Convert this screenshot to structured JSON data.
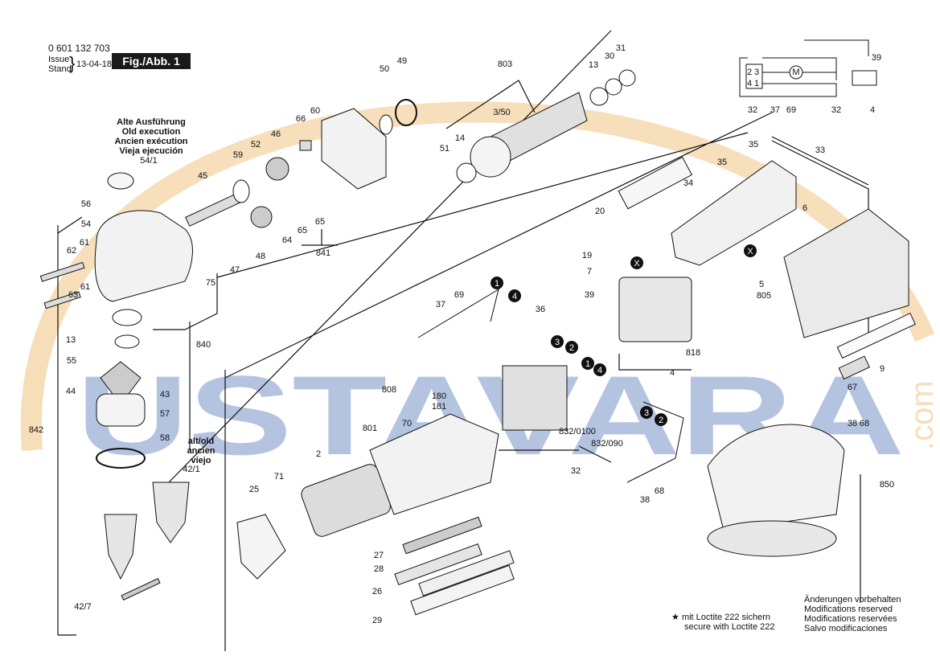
{
  "header": {
    "part_number": "0 601 132 703",
    "issue_label": "Issue",
    "stand_label": "Stand",
    "date": "13-04-18",
    "figure": "Fig./Abb. 1"
  },
  "old_execution": [
    "Alte Ausführung",
    "Old execution",
    "Ancien exécution",
    "Vieja ejecución"
  ],
  "alt_old": [
    "alt/old",
    "ancien",
    "viejo"
  ],
  "watermark": {
    "main": "USTAVARA",
    "suffix": ".com",
    "color": "#2a5aa8",
    "ring_color": "#e6a33a"
  },
  "loctite_note": [
    "mit Loctite 222 sichern",
    "secure with Loctite 222"
  ],
  "star_symbol": "★",
  "modifications": [
    "Änderungen vorbehalten",
    "Modifications reserved",
    "Modifications reservées",
    "Salvo modificaciones"
  ],
  "callout_markers": [
    "1",
    "2",
    "3",
    "4",
    "X"
  ],
  "part_labels": [
    "54/1",
    "56",
    "54",
    "62",
    "61",
    "63",
    "61",
    "13",
    "55",
    "44",
    "842",
    "43",
    "57",
    "58",
    "42/1",
    "42/7",
    "75",
    "840",
    "45",
    "59",
    "52",
    "46",
    "66",
    "60",
    "47",
    "48",
    "64",
    "65",
    "65",
    "841",
    "50",
    "49",
    "51",
    "14",
    "3/50",
    "803",
    "13",
    "30",
    "31",
    "35",
    "33",
    "35",
    "34",
    "20",
    "6",
    "19",
    "7",
    "5",
    "805",
    "39",
    "36",
    "818",
    "4",
    "37",
    "69",
    "808",
    "181",
    "180",
    "70",
    "801",
    "2",
    "71",
    "25",
    "27",
    "28",
    "26",
    "29",
    "832/0100",
    "832/090",
    "32",
    "67",
    "9",
    "38",
    "68",
    "850",
    "68",
    "38",
    "39",
    "32",
    "37",
    "69",
    "32",
    "4"
  ],
  "schematic_labels": [
    "2",
    "3",
    "4",
    "1",
    "M"
  ]
}
